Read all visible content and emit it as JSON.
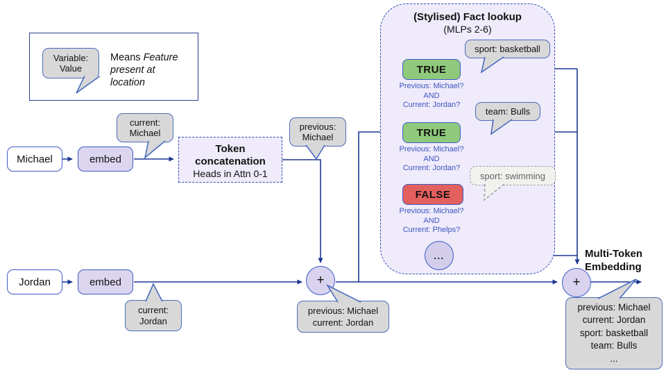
{
  "legend": {
    "bubble": "Variable:\nValue",
    "prefix": "Means ",
    "italic": "Feature present at location"
  },
  "tokens": {
    "token1": "Michael",
    "token2": "Jordan",
    "embed1": "embed",
    "embed2": "embed"
  },
  "token_concat": {
    "title": "Token concatenation",
    "subtitle": "Heads in Attn 0-1"
  },
  "fact_lookup": {
    "title": "(Stylised) Fact lookup",
    "subtitle": "(MLPs 2-6)",
    "blocks": [
      {
        "result": "TRUE",
        "condition": "Previous: Michael?\nAND\nCurrent: Jordan?",
        "output": "sport: basketball"
      },
      {
        "result": "TRUE",
        "condition": "Previous: Michael?\nAND\nCurrent: Jordan?",
        "output": "team: Bulls"
      },
      {
        "result": "FALSE",
        "condition": "Previous: Michael?\nAND\nCurrent: Phelps?",
        "output": "sport: swimming"
      }
    ],
    "ellipsis": "..."
  },
  "bubbles": {
    "current_michael": "current:\nMichael",
    "previous_michael": "previous:\nMichael",
    "sport_basketball": "sport: basketball",
    "team_bulls": "team: Bulls",
    "sport_swimming": "sport: swimming",
    "current_jordan": "current:\nJordan",
    "prev_current": "previous: Michael\ncurrent: Jordan",
    "final": "previous: Michael\ncurrent: Jordan\nsport: basketball\nteam: Bulls\n..."
  },
  "sum_symbol": "+",
  "output_label": "Multi-Token\nEmbedding",
  "colors": {
    "line": "#1c3794",
    "box_border": "#3b5bc4",
    "true_fill": "#8fc97b",
    "false_fill": "#e4605e",
    "lavender_fill": "#dcd5f0",
    "panel_fill": "#efebfa",
    "bubble_fill": "#d8d8d8",
    "condition_text": "#3d55c0"
  }
}
